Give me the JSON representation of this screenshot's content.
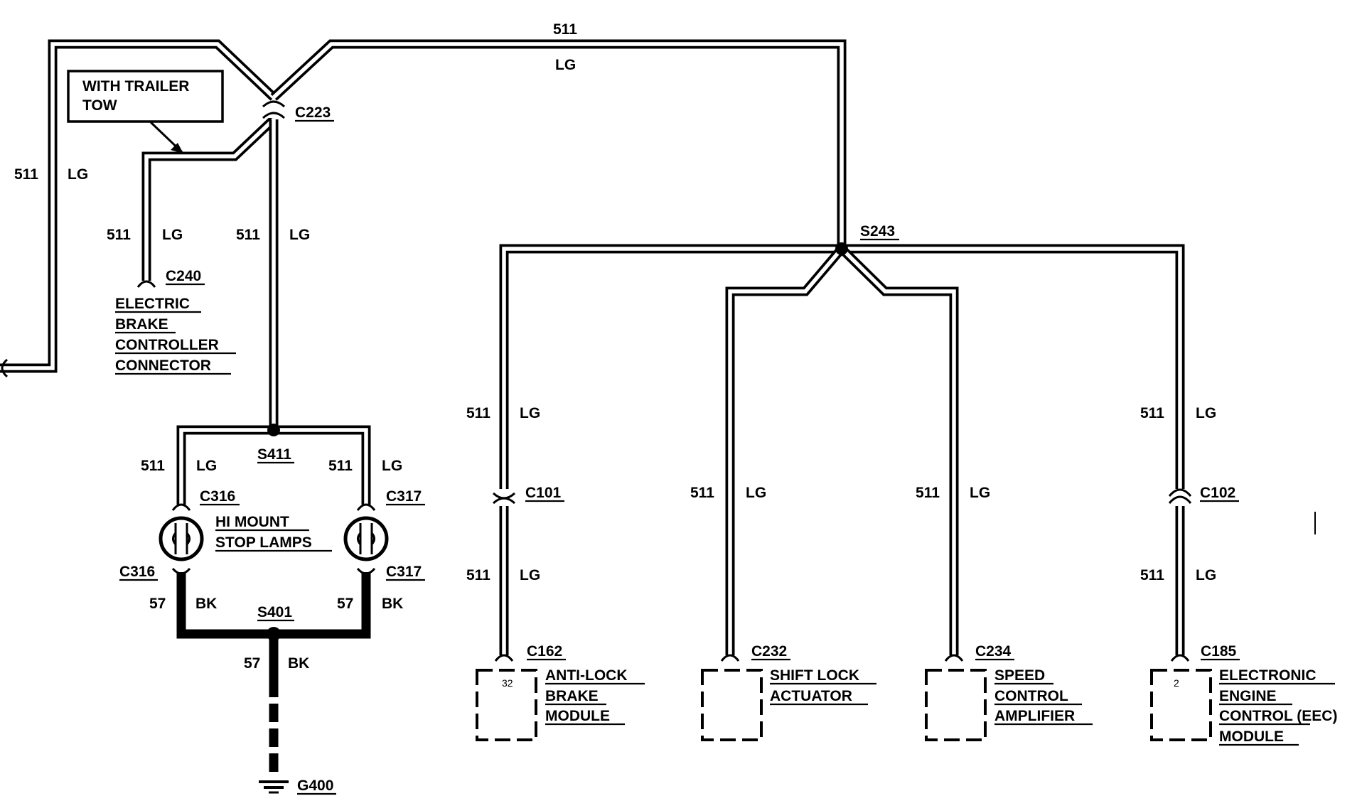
{
  "wire": {
    "circuit": "511",
    "color": "LG",
    "ground_circuit": "57",
    "ground_color": "BK"
  },
  "notes": {
    "trailer_tow_line1": "WITH TRAILER",
    "trailer_tow_line2": "TOW"
  },
  "connectors": {
    "c223": "C223",
    "c240": "C240",
    "c316": "C316",
    "c317": "C317",
    "c101": "C101",
    "c102": "C102",
    "c162": "C162",
    "c232": "C232",
    "c234": "C234",
    "c185": "C185"
  },
  "splices": {
    "s243": "S243",
    "s411": "S411",
    "s401": "S401"
  },
  "ground": {
    "g400": "G400"
  },
  "components": {
    "brake_controller": [
      "ELECTRIC",
      "BRAKE",
      "CONTROLLER",
      "CONNECTOR"
    ],
    "stop_lamps": [
      "HI MOUNT",
      "STOP LAMPS"
    ],
    "abs_module": [
      "ANTI-LOCK",
      "BRAKE",
      "MODULE"
    ],
    "shift_lock": [
      "SHIFT LOCK",
      "ACTUATOR"
    ],
    "speed_control": [
      "SPEED",
      "CONTROL",
      "AMPLIFIER"
    ],
    "eec_module": [
      "ELECTRONIC",
      "ENGINE",
      "CONTROL (EEC)",
      "MODULE"
    ]
  },
  "pins": {
    "abs_pin": "32",
    "eec_pin": "2"
  }
}
